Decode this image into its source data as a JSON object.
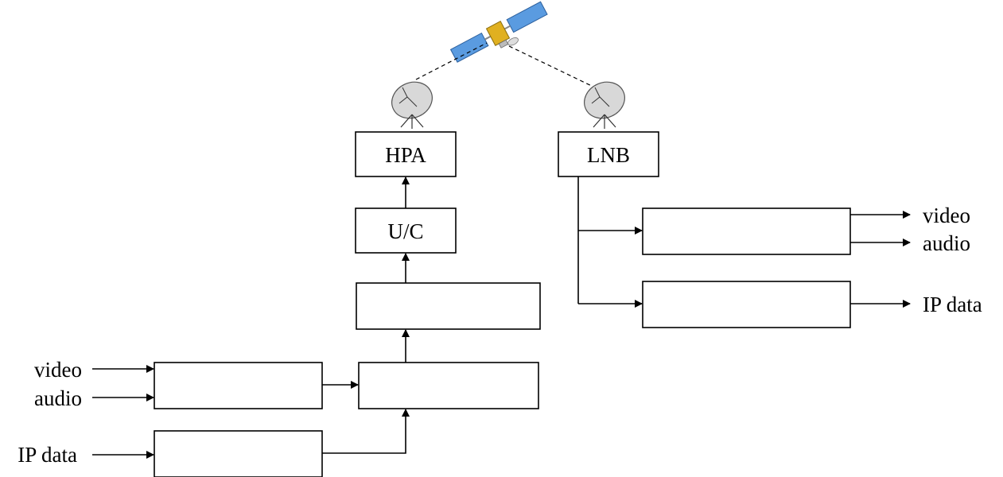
{
  "blocks": {
    "hpa": "HPA",
    "uc": "U/C",
    "lnb": "LNB"
  },
  "inputs": {
    "video": "video",
    "audio": "audio",
    "ip_data": "IP data"
  },
  "outputs": {
    "video": "video",
    "audio": "audio",
    "ip_data": "IP data"
  },
  "colors": {
    "line": "#000000",
    "satellite_panel": "#4a90d9",
    "satellite_body": "#e0b020"
  },
  "icons": [
    "satellite-icon",
    "uplink-dish-icon",
    "downlink-dish-icon"
  ]
}
